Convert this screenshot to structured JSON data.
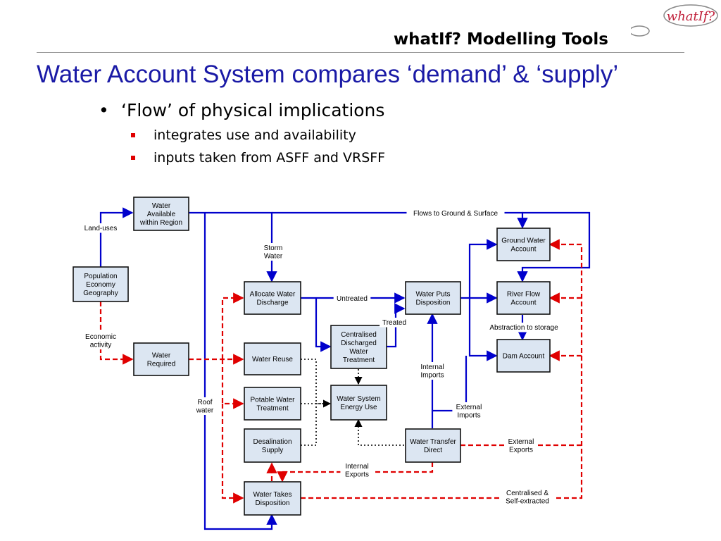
{
  "header": {
    "logo_text": "whatIf?",
    "title": "whatIf? Modelling Tools"
  },
  "slide": {
    "title": "Water Account System compares ‘demand’ & ‘supply’",
    "bullet": "‘Flow’ of physical implications",
    "sub_bullets": [
      "integrates use and availability",
      "inputs taken from ASFF and VRSFF"
    ]
  },
  "colors": {
    "title": "#1a1aa6",
    "flow_blue": "#0000cc",
    "flow_red": "#e00000",
    "box_fill": "#dce6f2",
    "bullet_square": "#e00000"
  },
  "diagram": {
    "nodes": {
      "water_available": [
        "Water",
        "Available",
        "within Region"
      ],
      "population": [
        "Population",
        "Economy",
        "Geography"
      ],
      "water_required": [
        "Water",
        "Required"
      ],
      "allocate_water": [
        "Allocate Water",
        "Discharge"
      ],
      "water_reuse": [
        "Water Reuse"
      ],
      "potable_water": [
        "Potable Water",
        "Treatment"
      ],
      "desalination": [
        "Desalination",
        "Supply"
      ],
      "water_takes": [
        "Water Takes",
        "Disposition"
      ],
      "centralised": [
        "Centralised",
        "Discharged",
        "Water",
        "Treatment"
      ],
      "energy_use": [
        "Water System",
        "Energy Use"
      ],
      "water_puts": [
        "Water Puts",
        "Disposition"
      ],
      "water_transfer": [
        "Water Transfer",
        "Direct"
      ],
      "ground_water": [
        "Ground Water",
        "Account"
      ],
      "river_flow": [
        "River Flow",
        "Account"
      ],
      "dam_account": [
        "Dam Account"
      ]
    },
    "labels": {
      "land_uses": [
        "Land-uses"
      ],
      "economic_activity": [
        "Economic",
        "activity"
      ],
      "storm_water": [
        "Storm",
        "Water"
      ],
      "roof_water": [
        "Roof",
        "water"
      ],
      "flows_to_ground": [
        "Flows to Ground & Surface"
      ],
      "untreated": [
        "Untreated"
      ],
      "treated": [
        "Treated"
      ],
      "internal_imports": [
        "Internal",
        "Imports"
      ],
      "external_imports": [
        "External",
        "Imports"
      ],
      "abstraction": [
        "Abstraction to storage"
      ],
      "external_exports": [
        "External",
        "Exports"
      ],
      "internal_exports": [
        "Internal",
        "Exports"
      ],
      "centralised_self": [
        "Centralised &",
        "Self-extracted"
      ]
    }
  }
}
